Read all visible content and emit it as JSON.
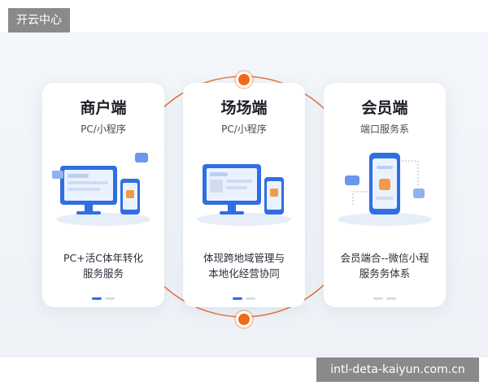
{
  "top_tag": "开云中心",
  "bottom_tag": "intl-deta-kaiyun.com.cn",
  "cards": [
    {
      "title": "商户端",
      "subtitle": "PC/小程序",
      "desc_line1": "PC+活C体年转化",
      "desc_line2": "服务服务"
    },
    {
      "title": "场场端",
      "subtitle": "PC/小程序",
      "desc_line1": "体现跨地域管理与",
      "desc_line2": "本地化经营协同"
    },
    {
      "title": "会员端",
      "subtitle": "端口服务系",
      "desc_line1": "会员端合--微信小程",
      "desc_line2": "服务务体系"
    }
  ],
  "colors": {
    "accent_blue": "#2f6fe0",
    "accent_orange": "#f06a1c"
  }
}
